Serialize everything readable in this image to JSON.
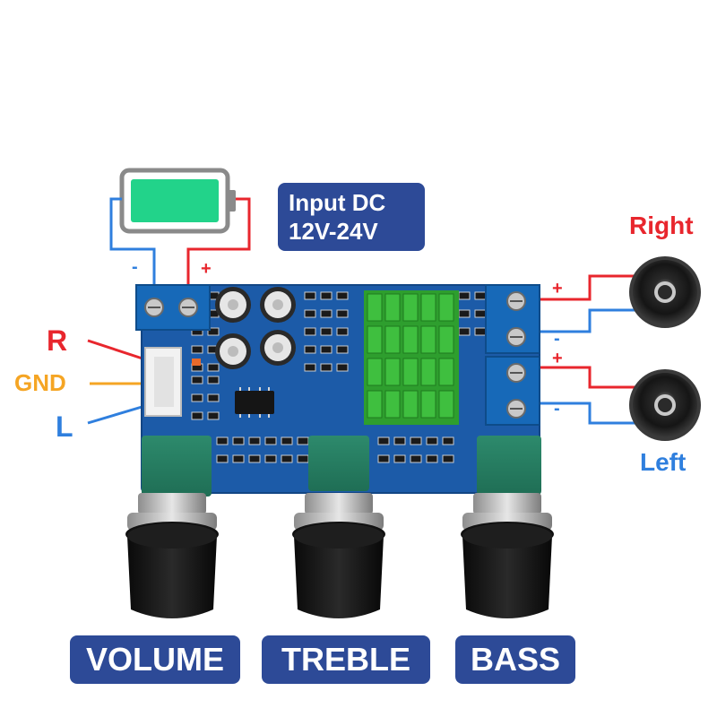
{
  "power": {
    "title_line1": "Input DC",
    "title_line2": "12V-24V",
    "minus": "-",
    "plus": "+"
  },
  "audio_input": {
    "r": "R",
    "gnd": "GND",
    "l": "L"
  },
  "speakers": {
    "right": "Right",
    "left": "Left",
    "plus": "+",
    "minus": "-"
  },
  "knobs": {
    "volume": "VOLUME",
    "treble": "TREBLE",
    "bass": "BASS"
  },
  "colors": {
    "pcb": "#1c5ba8",
    "label_bg": "#2d4a97",
    "wire_red": "#e8262d",
    "wire_blue": "#2f7fde",
    "wire_gnd": "#f5a524",
    "battery_fill": "#22d38a",
    "heatsink": "#3fbf3f"
  }
}
